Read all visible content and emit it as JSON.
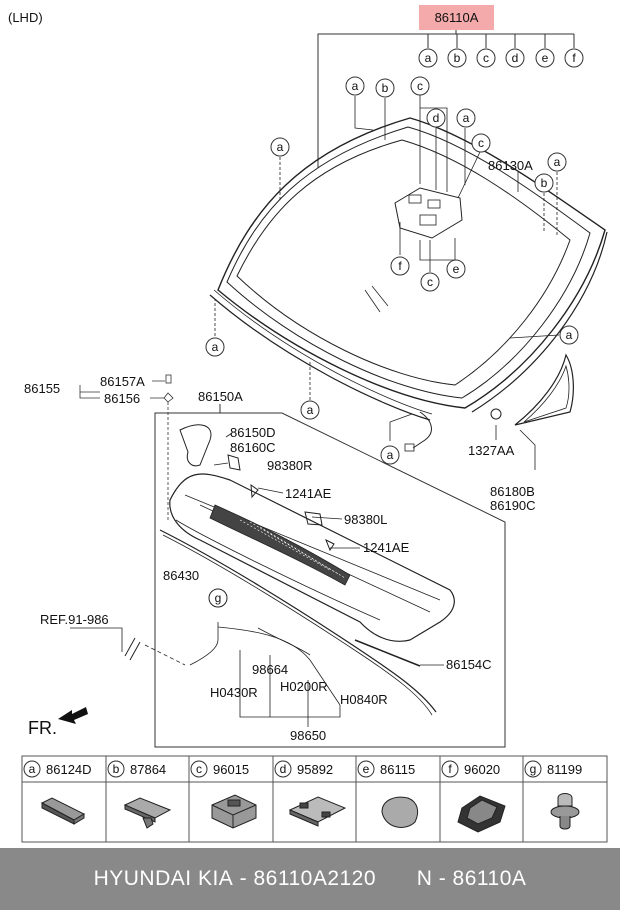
{
  "variant": "(LHD)",
  "main_part": "86110A",
  "letter_labels": [
    "a",
    "b",
    "c",
    "d",
    "e",
    "f",
    "g"
  ],
  "part_labels": {
    "p86130A": "86130A",
    "p86157A": "86157A",
    "p86155": "86155",
    "p86156": "86156",
    "p86150A": "86150A",
    "p86150D": "86150D",
    "p86160C": "86160C",
    "p98380R": "98380R",
    "p1241AE_a": "1241AE",
    "p98380L": "98380L",
    "p1241AE_b": "1241AE",
    "p86430": "86430",
    "ref": "REF.91-986",
    "p98664": "98664",
    "pH0430R": "H0430R",
    "pH0200R": "H0200R",
    "pH0840R": "H0840R",
    "p98650": "98650",
    "p86154C": "86154C",
    "p1327AA": "1327AA",
    "p86180B": "86180B",
    "p86190C": "86190C",
    "fr": "FR."
  },
  "legend": [
    {
      "letter": "a",
      "part": "86124D",
      "icon": "wedge-block-icon"
    },
    {
      "letter": "b",
      "part": "87864",
      "icon": "clip-plate-icon"
    },
    {
      "letter": "c",
      "part": "96015",
      "icon": "sensor-bracket-icon"
    },
    {
      "letter": "d",
      "part": "95892",
      "icon": "mount-bracket-icon"
    },
    {
      "letter": "e",
      "part": "86115",
      "icon": "pad-icon"
    },
    {
      "letter": "f",
      "part": "96020",
      "icon": "mesh-cover-icon"
    },
    {
      "letter": "g",
      "part": "81199",
      "icon": "push-clip-icon"
    }
  ],
  "footer": {
    "brand": "HYUNDAI  KIA",
    "part_number": "86110A2120",
    "ref": "N - 86110A"
  },
  "colors": {
    "highlight": "#f4a9aa",
    "footer": "#898989"
  }
}
